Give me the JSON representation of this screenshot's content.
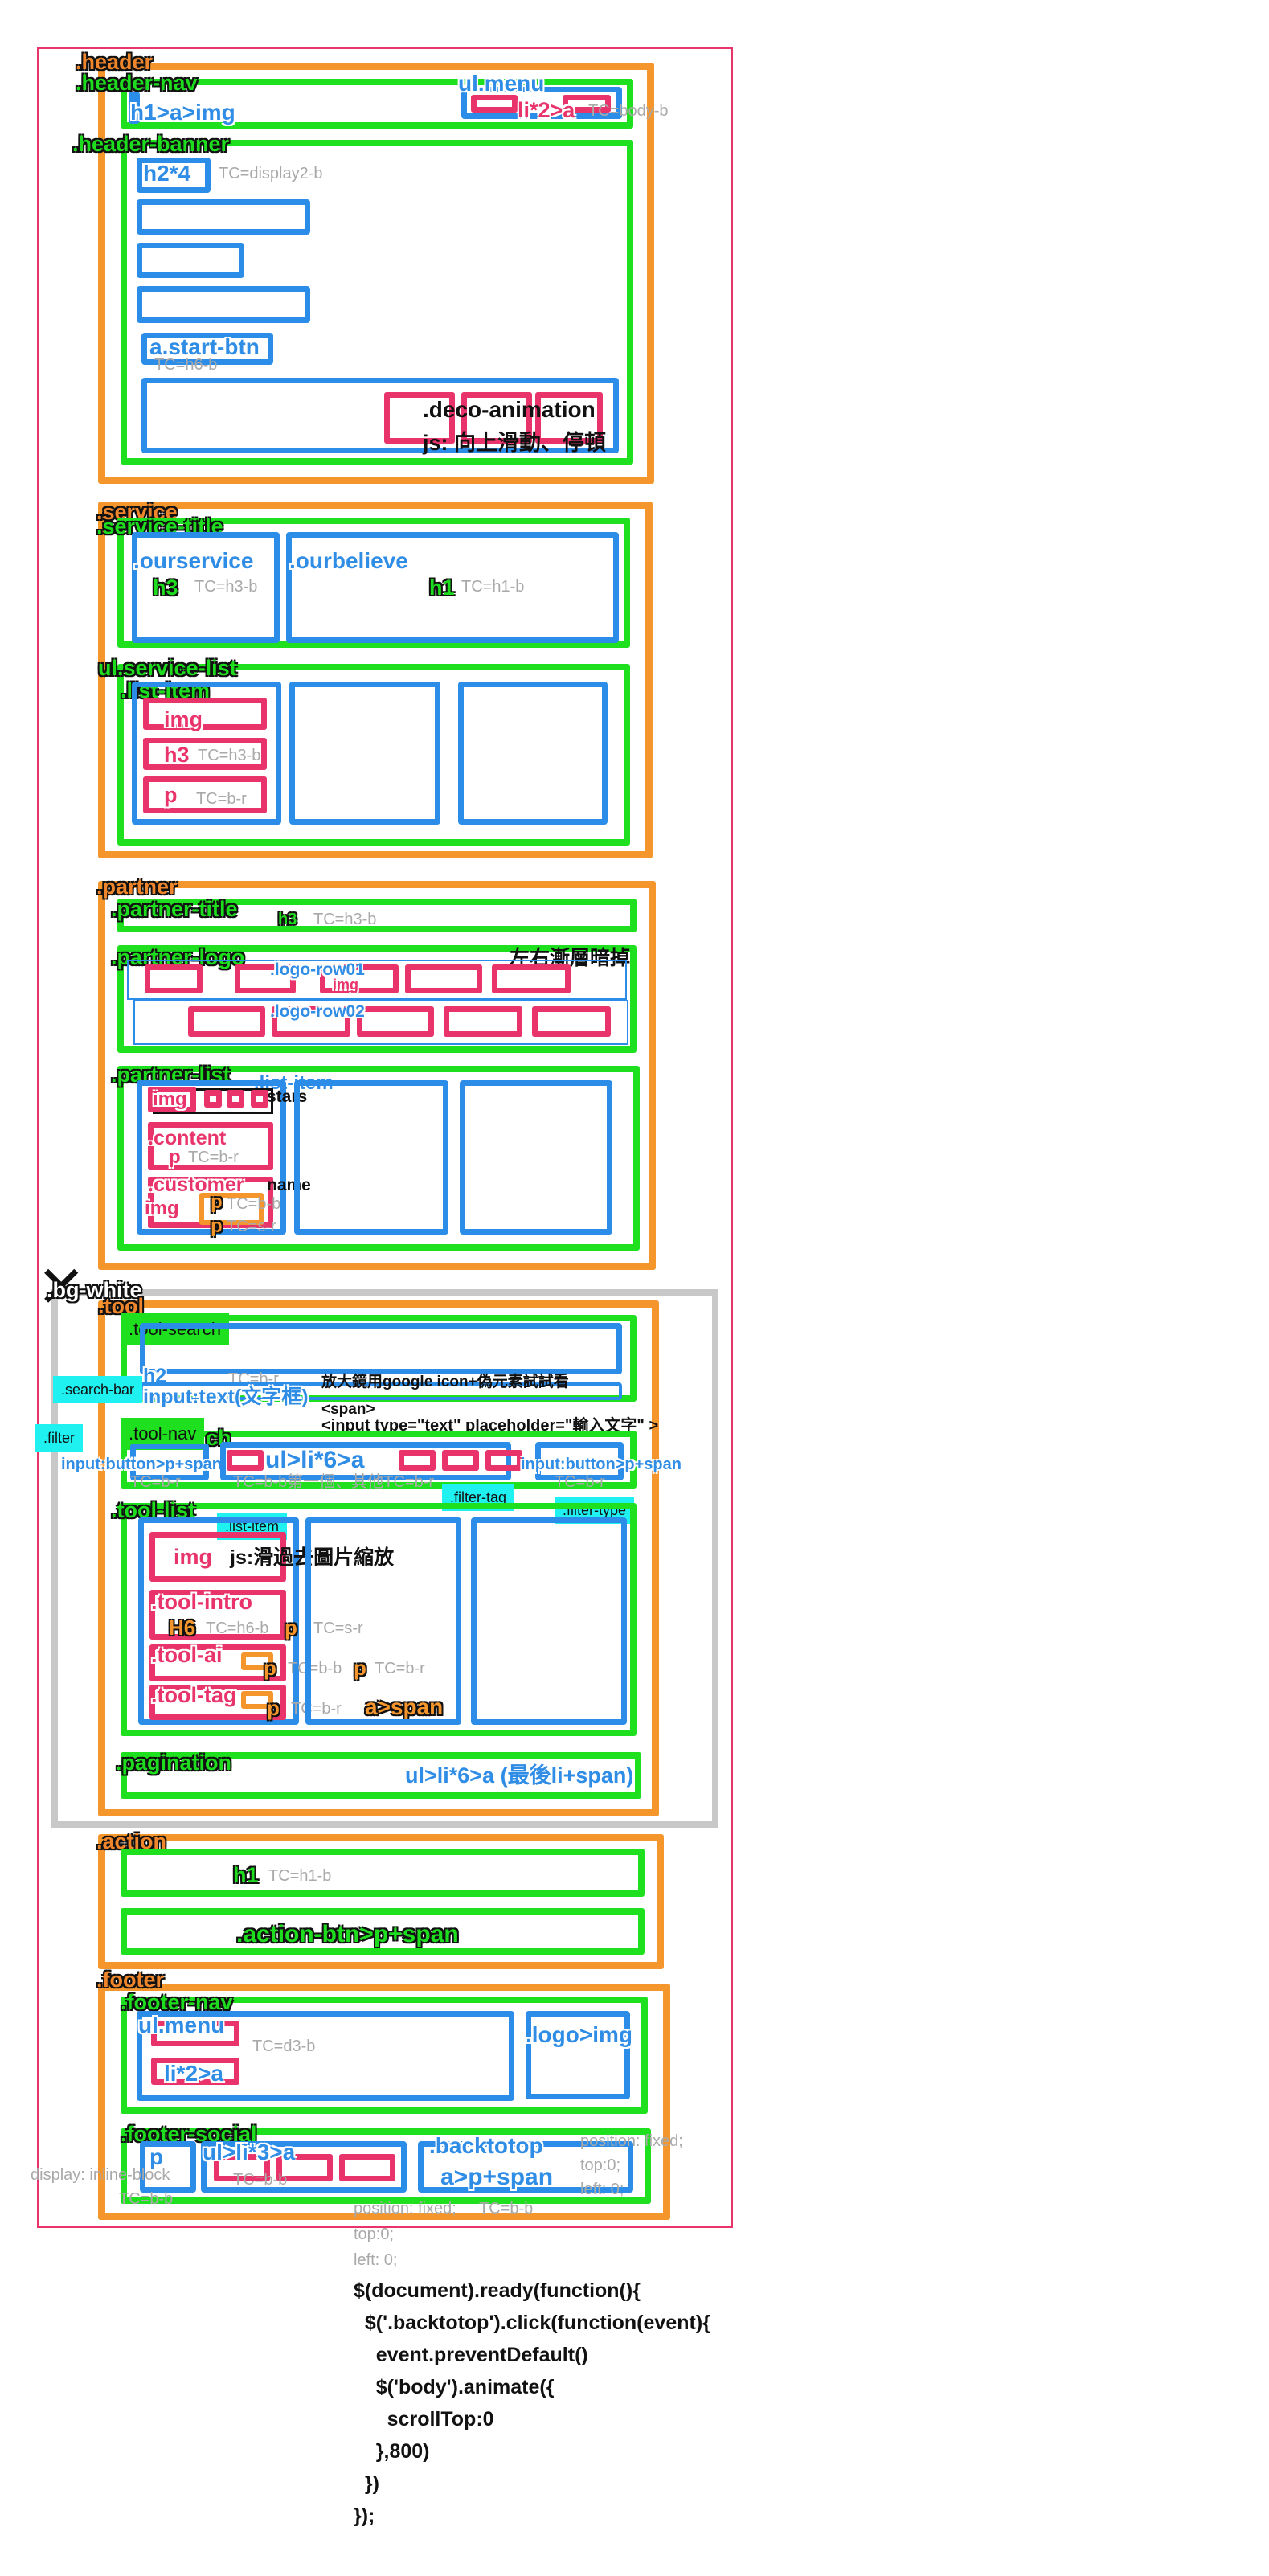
{
  "labels": {
    "header": ".header",
    "header_nav": ".header-nav",
    "h1_a_img": "h1>a>img",
    "ul_menu": "ul.menu",
    "li2a": "li*2>a",
    "tc_body_b": "TC=body-b",
    "header_banner": ".header-banner",
    "h2x4": "h2*4",
    "tc_display2_b": "TC=display2-b",
    "start_btn": "a.start-btn",
    "tc_h6_b": "TC=h6-b",
    "deco_animation": ".deco-animation",
    "deco_js": "js: 向上滑動、停頓",
    "service": ".service",
    "service_title": ".service-title",
    "ourservice": ".ourservice",
    "ourbelieve": ".ourbelieve",
    "h3": "h3",
    "tc_h3_b": "TC=h3-b",
    "h1": "h1",
    "tc_h1_b": "TC=h1-b",
    "ul_service_list": "ul.service-list",
    "list_item": ".list-item",
    "img": "img",
    "p": "p",
    "tc_b_r": "TC=b-r",
    "partner": ".partner",
    "partner_title": ".partner-title",
    "partner_logo": ".partner-logo",
    "logo_fade": "左右漸層暗掉",
    "logo_row01": ".logo-row01",
    "logo_row02": ".logo-row02",
    "partner_list": ".partner-list",
    "stars": "stars",
    "content": ".content",
    "customer": ".customer",
    "name": "name",
    "tc_b_b": "TC=b-b",
    "tc_s_r": "TC=s-r",
    "bg_white": ".bg-white",
    "tool": ".tool",
    "tool_search": ".tool-search",
    "search_bar": ".search-bar",
    "h2": "h2",
    "input_text": "input:text(文字框)",
    "search_note": "放大鏡用google icon+偽元素試試看",
    "span_tag": "<span>",
    "input_tag": "<input type=\"text\" placeholder=\"輸入文字\" >",
    "filter": ".filter",
    "tool_nav": ".tool-nav",
    "ch": "ch",
    "input_btn_left": "input:button>p+span",
    "ul_li6_a": "ul>li*6>a",
    "input_btn_right": "input:button>p+span",
    "tc_b_r_left": "TC=b-r",
    "tc_nav_note": "TC=b-b第一個、其他TC=b-r",
    "filter_tag": ".filter-tag",
    "filter_type": ".filter-type",
    "tc_b_r_right": "TC=b-r",
    "tool_list": ".tool-list",
    "tool_list_item": ".list-item",
    "hover_note": "js:滑過去圖片縮放",
    "tool_intro": ".tool-intro",
    "h6": "H6",
    "tc_h6_b_2": "TC=h6-b",
    "tool_ai": ".tool-ai",
    "tool_tag": ".tool-tag",
    "tc_b_b_2": "TC=b-b",
    "tc_b_r_2": "TC=b-r",
    "a_span": "a>span",
    "pagination": ".pagination",
    "pagination_ul": "ul>li*6>a (最後li+span)",
    "action": ".action",
    "action_btn": ".action-btn>p+span",
    "footer": ".footer",
    "footer_nav": ".footer-nav",
    "footer_menu": "ul.menu",
    "tc_d3_b": "TC=d3-b",
    "logo_img": ".logo>img",
    "footer_social": ".footer-social",
    "ul_li3_a": "ul>li*3>a",
    "backtotop": ".backtotop",
    "a_p_span": "a>p+span",
    "display_inline_block": "display: inline-block",
    "position_fixed": "position: fixed;",
    "top0": "top:0;",
    "left0": "left: 0;"
  },
  "code": "$(document).ready(function(){\n  $('.backtotop').click(function(event){\n    event.preventDefault()\n    $('body').animate({\n      scrollTop:0\n    },800)\n  })\n});"
}
